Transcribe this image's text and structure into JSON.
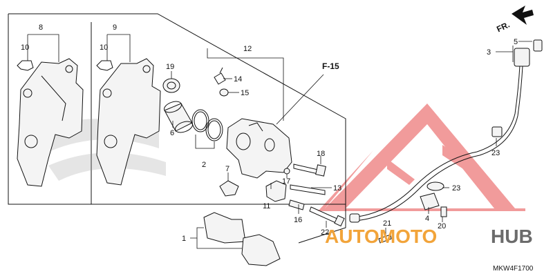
{
  "diagram": {
    "section_ref": "F-15",
    "front_indicator": "FR.",
    "diagram_code": "MKW4F1700",
    "callouts": {
      "c1": "1",
      "c2": "2",
      "c3": "3",
      "c4": "4",
      "c5": "5",
      "c6": "6",
      "c7": "7",
      "c8": "8",
      "c9": "9",
      "c10a": "10",
      "c10b": "10",
      "c11": "11",
      "c12": "12",
      "c13": "13",
      "c14": "14",
      "c15": "15",
      "c16": "16",
      "c17": "17",
      "c18": "18",
      "c19": "19",
      "c20": "20",
      "c21": "21",
      "c22": "22",
      "c23a": "23",
      "c23b": "23"
    }
  },
  "watermark": {
    "brand_part1": "AUTOMOTO",
    "brand_part2": "HUB",
    "color_red": "#e53935",
    "color_orange": "#f2a43a",
    "color_gray": "#6b6b6b"
  }
}
